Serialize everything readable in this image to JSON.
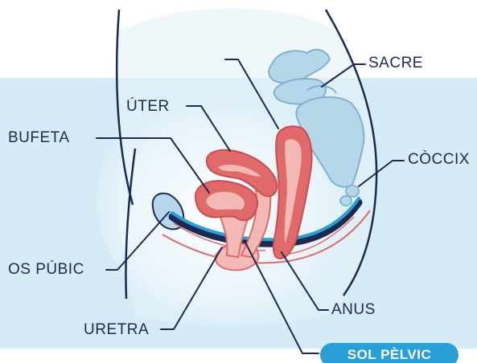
{
  "colors": {
    "background_band": "#d5ecf6",
    "outline": "#1b2a52",
    "organ_fill": "#e06a6a",
    "organ_light": "#f3b9b4",
    "bone": "#b5d7e9",
    "floor_blue": "#2a9fd6",
    "floor_dark": "#1b2a52",
    "pill_bg": "#2a9fd6",
    "pill_text": "#ffffff"
  },
  "labels": {
    "sacre": "SACRE",
    "uter": "ÚTER",
    "bufeta": "BUFETA",
    "coccix": "CÒCCIX",
    "os_pubic": "OS PÚBIC",
    "anus": "ANUS",
    "uretra": "URETRA",
    "sol_pelvic": "SOL PÈLVIC"
  }
}
